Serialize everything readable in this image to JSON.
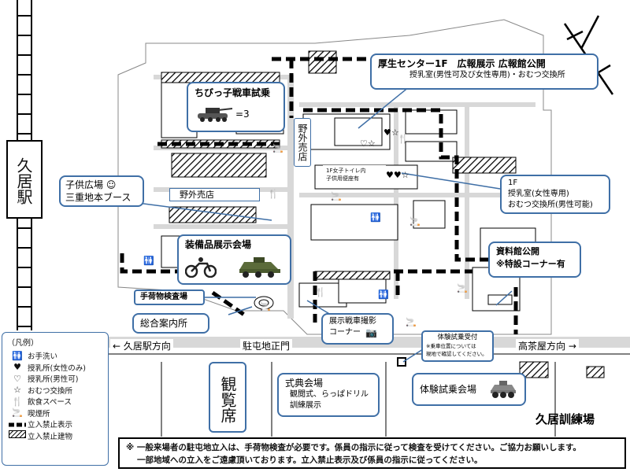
{
  "stations": {
    "kuiseki_station": "久居駅"
  },
  "directions": {
    "left": "← 久居駅方向",
    "main_gate": "駐屯地正門",
    "right": "高茶屋方向 →"
  },
  "callouts": {
    "kosei_center": {
      "title": "厚生センター1F　広報展示 広報館公開",
      "sub": "授乳室(男性可及び女性専用)・おむつ交換所"
    },
    "chibikko": {
      "title": "ちびっ子戦車試乗",
      "suffix": "=3"
    },
    "kids_plaza": {
      "line1": "子供広場 ☺",
      "line2": "三重地本ブース"
    },
    "first_floor": {
      "line1": "1F",
      "line2": "授乳室(女性専用)",
      "line3": "おむつ交換所(男性可能)"
    },
    "equipment": {
      "title": "装備品展示会場"
    },
    "baggage": {
      "title": "手荷物検査場"
    },
    "info": {
      "title": "総合案内所"
    },
    "tank_photo": {
      "line1": "展示戦車撮影",
      "line2": "コーナー"
    },
    "museum": {
      "line1": "資料館公開",
      "line2": "※特設コーナー有"
    },
    "reception": {
      "line1": "体験試乗受付",
      "line2": "※乗車位置については",
      "line3": "現地で確認してください。"
    },
    "ceremony": {
      "title": "式典会場",
      "line1": "観閲式、らっぱドリル",
      "line2": "訓練展示"
    },
    "experience": {
      "title": "体験試乗会場"
    }
  },
  "labels": {
    "outdoor_shop_v": "野外売店",
    "outdoor_shop_h": "野外売店",
    "toilet_sign": "1F女子トイレ内",
    "toilet_sign2": "子供用便座有",
    "viewing": "観覧席",
    "kuiseki_training": "久居訓練場",
    "compass": "N"
  },
  "legend": {
    "header": "（凡例）",
    "items": [
      {
        "icon": "restroom-icon",
        "symbol": "🚻",
        "label": "お手洗い"
      },
      {
        "icon": "heart-filled-icon",
        "symbol": "♥",
        "label": "授乳所(女性のみ)"
      },
      {
        "icon": "heart-outline-icon",
        "symbol": "♡",
        "label": "授乳所(男性可)"
      },
      {
        "icon": "star-outline-icon",
        "symbol": "☆",
        "label": "おむつ交換所"
      },
      {
        "icon": "food-icon",
        "symbol": "🍴",
        "label": "飲食スペース"
      },
      {
        "icon": "smoking-icon",
        "symbol": "🚬",
        "label": "喫煙所"
      },
      {
        "icon": "no-entry-line-icon",
        "symbol": "",
        "label": "立入禁止表示"
      },
      {
        "icon": "no-entry-building-icon",
        "symbol": "",
        "label": "立入禁止建物"
      }
    ]
  },
  "notice": {
    "line1": "※ 一般来場者の駐屯地立入は、手荷物検査が必要です。係員の指示に従って検査を受けてください。ご協力お願いします。",
    "line2": "一部地域への立入をご遠慮頂いております。立入禁止表示及び係員の指示に従ってください。"
  },
  "colors": {
    "callout_border": "#3f6fa6",
    "road": "#d8d8d8",
    "building": "#ffffff",
    "no_entry": "#000000"
  }
}
